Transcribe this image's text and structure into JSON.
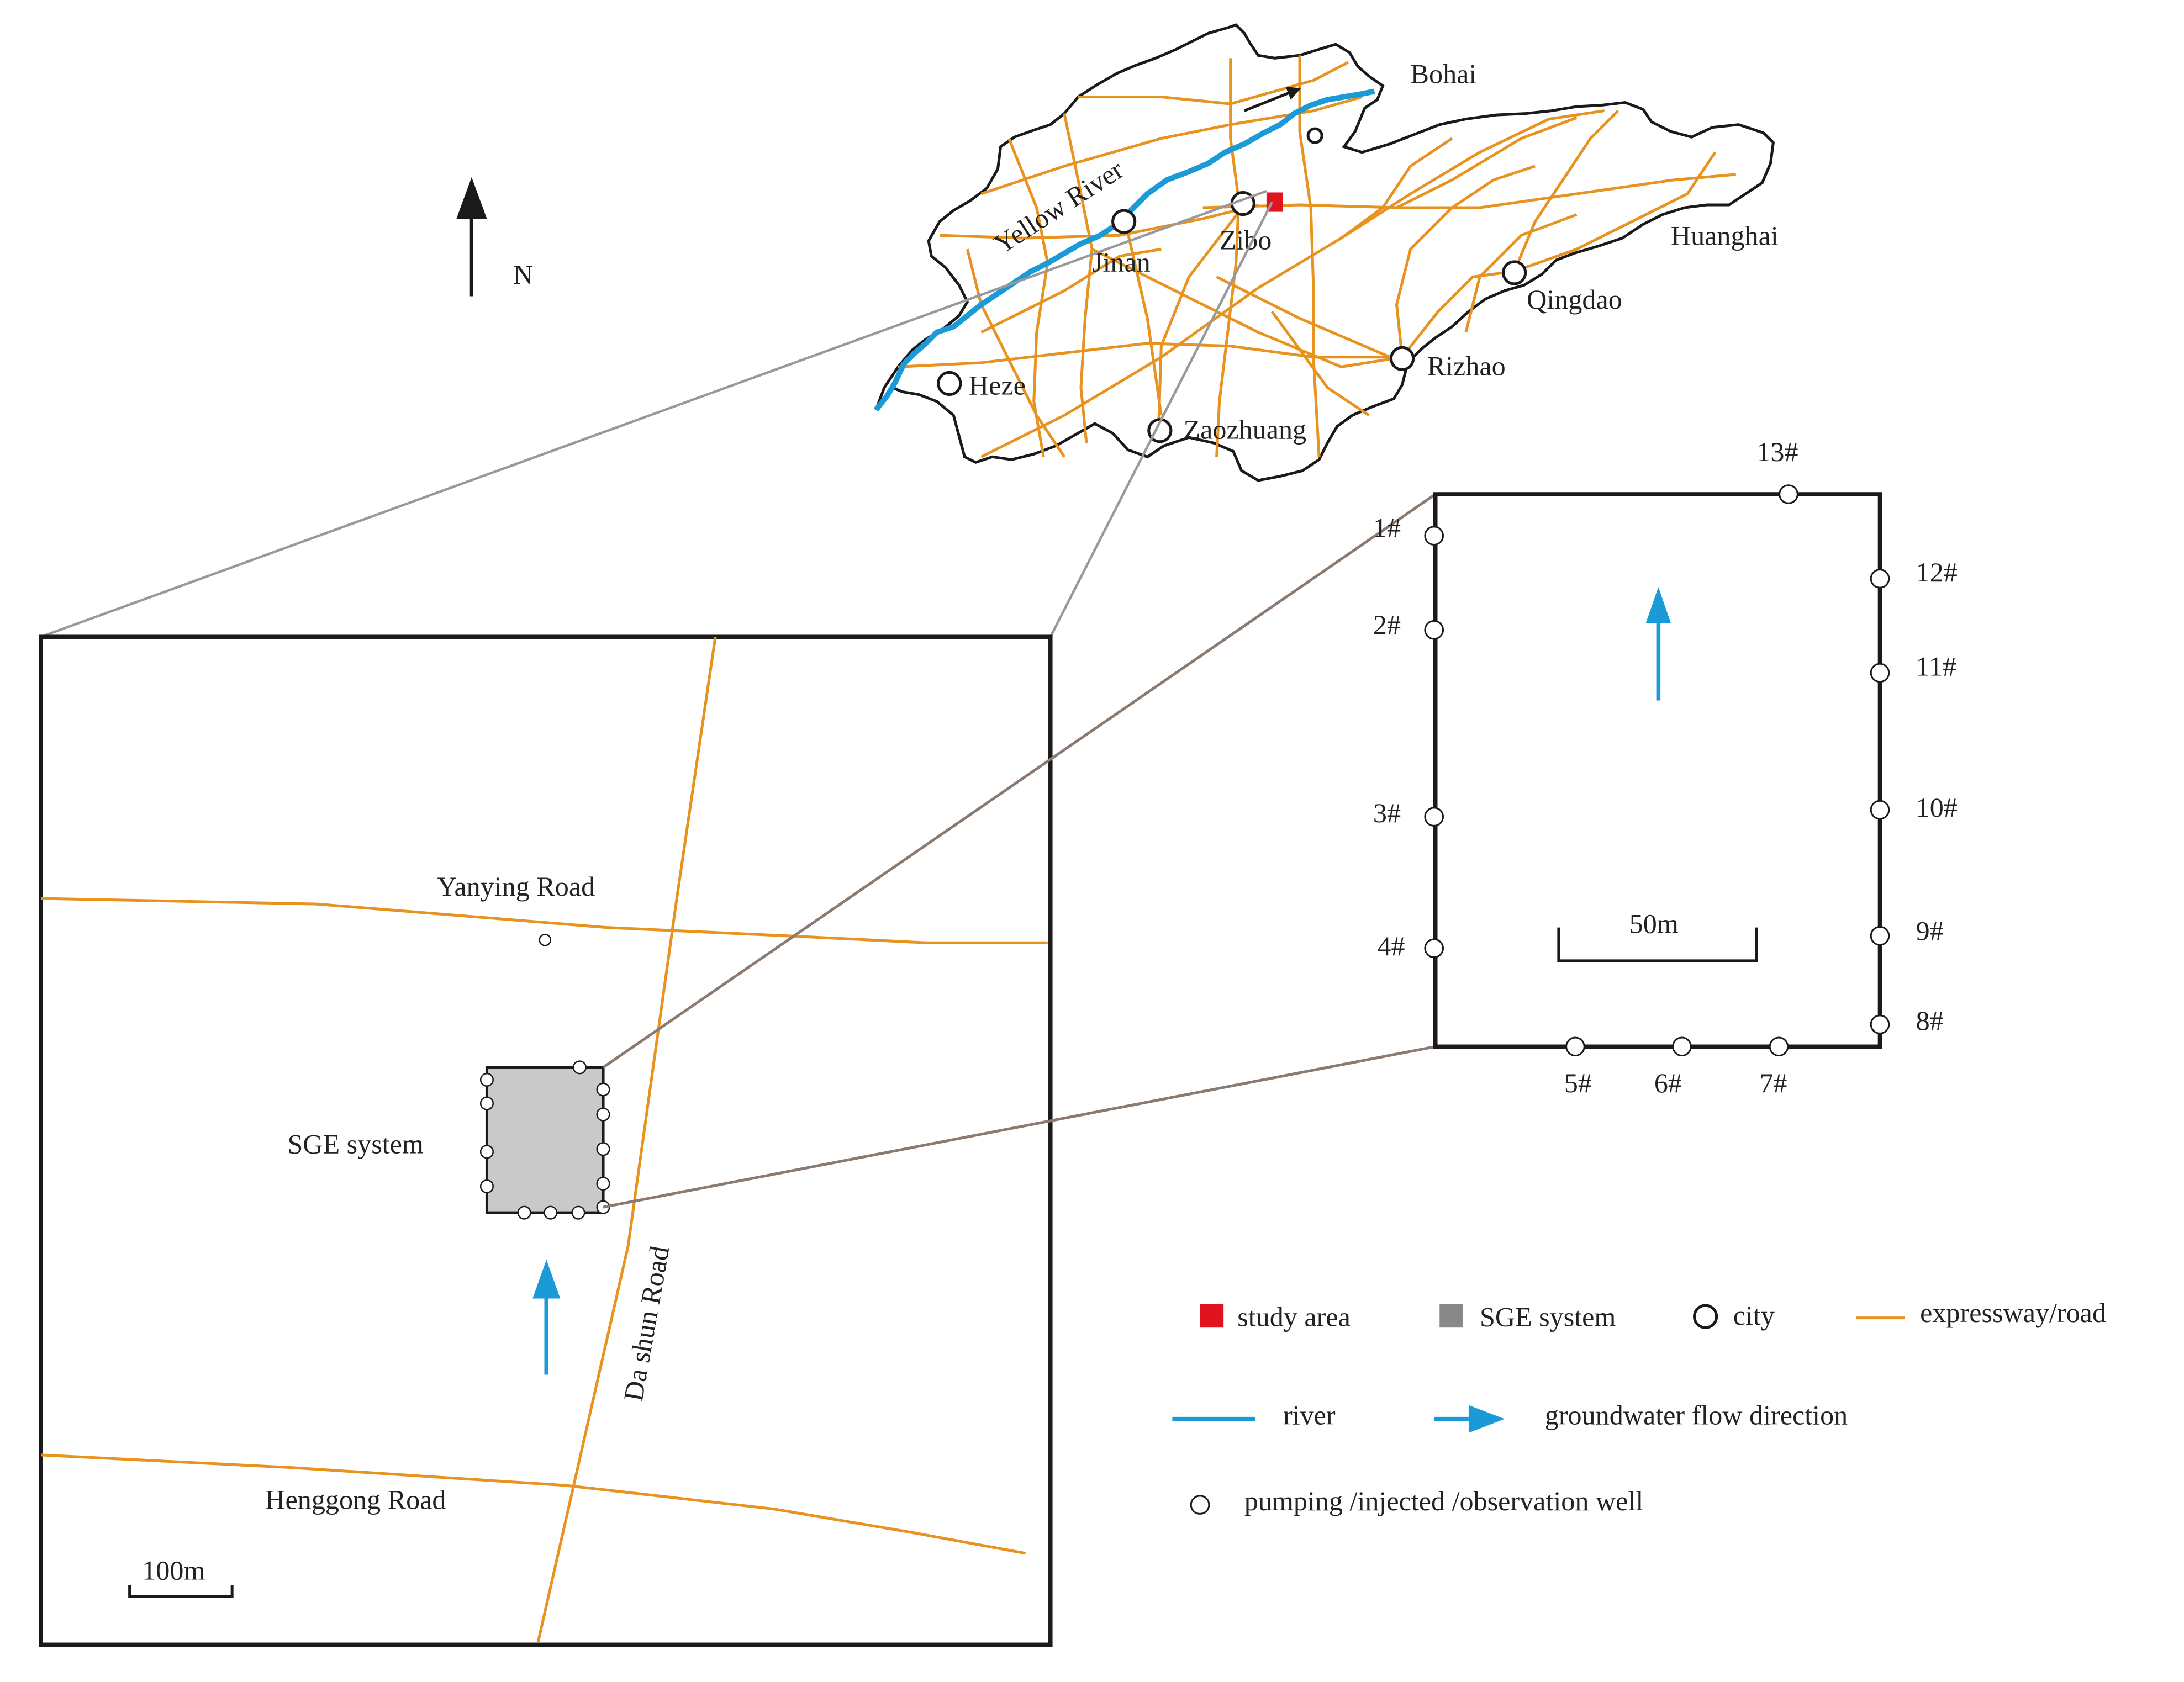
{
  "colors": {
    "road": "#e8921f",
    "river": "#1a9ad6",
    "study_area": "#e0141e",
    "sge": "#c8c9c8",
    "sge_legend": "#888888",
    "outline": "#1a1a1a",
    "leader": "#999999",
    "leader_detail": "#8a7a70",
    "flow_arrow": "#1a9ad6"
  },
  "overview": {
    "north_label": "N",
    "seas": {
      "bohai": "Bohai",
      "huanghai": "Huanghai"
    },
    "river_label": "Yellow River",
    "cities": [
      "Jinan",
      "Zibo",
      "Qingdao",
      "Rizhao",
      "Heze",
      "Zaozhuang"
    ]
  },
  "site": {
    "roads": {
      "yanying": "Yanying Road",
      "dashun": "Da shun Road",
      "henggong": "Henggong Road"
    },
    "sge_label": "SGE system",
    "scale_label": "100m"
  },
  "detail": {
    "scale_label": "50m",
    "wells": [
      "1#",
      "2#",
      "3#",
      "4#",
      "5#",
      "6#",
      "7#",
      "8#",
      "9#",
      "10#",
      "11#",
      "12#",
      "13#"
    ]
  },
  "legend": {
    "study_area": "study area",
    "sge_system": "SGE system",
    "city": "city",
    "road": "expressway/road",
    "river": "river",
    "flow": "groundwater flow direction",
    "well": "pumping /injected /observation well"
  }
}
